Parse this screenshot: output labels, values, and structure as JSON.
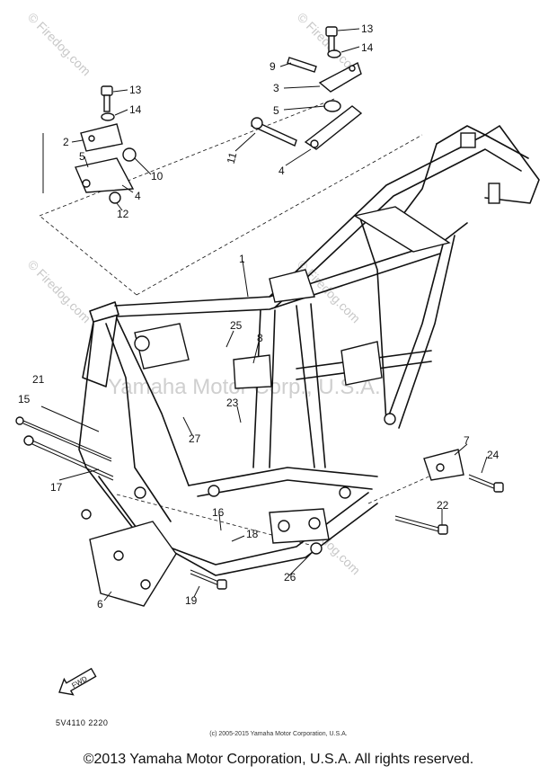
{
  "callouts": [
    {
      "id": "p13a",
      "label": "13"
    },
    {
      "id": "p14a",
      "label": "14"
    },
    {
      "id": "p9",
      "label": "9"
    },
    {
      "id": "p3",
      "label": "3"
    },
    {
      "id": "p5a",
      "label": "5"
    },
    {
      "id": "p11",
      "label": "11"
    },
    {
      "id": "p4a",
      "label": "4"
    },
    {
      "id": "p13b",
      "label": "13"
    },
    {
      "id": "p14b",
      "label": "14"
    },
    {
      "id": "p2",
      "label": "2"
    },
    {
      "id": "p5b",
      "label": "5"
    },
    {
      "id": "p10",
      "label": "10"
    },
    {
      "id": "p4b",
      "label": "4"
    },
    {
      "id": "p12",
      "label": "12"
    },
    {
      "id": "p1",
      "label": "1"
    },
    {
      "id": "p25",
      "label": "25"
    },
    {
      "id": "p8",
      "label": "8"
    },
    {
      "id": "p21",
      "label": "21"
    },
    {
      "id": "p15",
      "label": "15"
    },
    {
      "id": "p23",
      "label": "23"
    },
    {
      "id": "p27",
      "label": "27"
    },
    {
      "id": "p7",
      "label": "7"
    },
    {
      "id": "p24",
      "label": "24"
    },
    {
      "id": "p17",
      "label": "17"
    },
    {
      "id": "p22",
      "label": "22"
    },
    {
      "id": "p16",
      "label": "16"
    },
    {
      "id": "p18",
      "label": "18"
    },
    {
      "id": "p26",
      "label": "26"
    },
    {
      "id": "p6",
      "label": "6"
    },
    {
      "id": "p19",
      "label": "19"
    }
  ],
  "watermarks": {
    "site": "© Firedog.com",
    "center": "Yamaha Motor Corp., U.S.A."
  },
  "front_arrow": "FWD",
  "diagram_code": "5V4110 2220",
  "small_copyright": "(c) 2005-2015 Yamaha Motor Corporation, U.S.A.",
  "copyright": "©2013 Yamaha Motor Corporation, U.S.A. All rights reserved."
}
